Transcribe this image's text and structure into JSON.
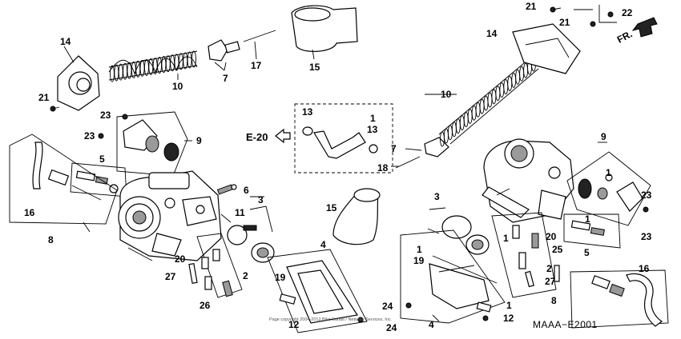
{
  "diagram": {
    "code": "MAAA−E2001",
    "ref_label": "E-20",
    "direction_label": "FR.",
    "copyright": "Page copyright 2004-2012 Bike Bandit / Network Services, Inc.",
    "callouts": [
      {
        "id": "c14a",
        "text": "14"
      },
      {
        "id": "c10a",
        "text": "10"
      },
      {
        "id": "c7a",
        "text": "7"
      },
      {
        "id": "c17",
        "text": "17"
      },
      {
        "id": "c15a",
        "text": "15"
      },
      {
        "id": "c21a",
        "text": "21"
      },
      {
        "id": "c23a",
        "text": "23"
      },
      {
        "id": "c23b",
        "text": "23"
      },
      {
        "id": "c9a",
        "text": "9"
      },
      {
        "id": "c5a",
        "text": "5"
      },
      {
        "id": "c16a",
        "text": "16"
      },
      {
        "id": "c8a",
        "text": "8"
      },
      {
        "id": "c6",
        "text": "6"
      },
      {
        "id": "c3a",
        "text": "3"
      },
      {
        "id": "c11",
        "text": "11"
      },
      {
        "id": "c20a",
        "text": "20"
      },
      {
        "id": "c27a",
        "text": "27"
      },
      {
        "id": "c26",
        "text": "26"
      },
      {
        "id": "c2a",
        "text": "2"
      },
      {
        "id": "c13a",
        "text": "13"
      },
      {
        "id": "c1a",
        "text": "1"
      },
      {
        "id": "c13b",
        "text": "13"
      },
      {
        "id": "c7b",
        "text": "7"
      },
      {
        "id": "c18",
        "text": "18"
      },
      {
        "id": "c15b",
        "text": "15"
      },
      {
        "id": "c4a",
        "text": "4"
      },
      {
        "id": "c19a",
        "text": "19"
      },
      {
        "id": "c12a",
        "text": "12"
      },
      {
        "id": "c24a",
        "text": "24"
      },
      {
        "id": "c21b",
        "text": "21"
      },
      {
        "id": "c21c",
        "text": "21"
      },
      {
        "id": "c22",
        "text": "22"
      },
      {
        "id": "c14b",
        "text": "14"
      },
      {
        "id": "c10b",
        "text": "10"
      },
      {
        "id": "c9b",
        "text": "9"
      },
      {
        "id": "c1b",
        "text": "1"
      },
      {
        "id": "c23c",
        "text": "23"
      },
      {
        "id": "c23d",
        "text": "23"
      },
      {
        "id": "c3b",
        "text": "3"
      },
      {
        "id": "c1c",
        "text": "1"
      },
      {
        "id": "c19b",
        "text": "19"
      },
      {
        "id": "c1d",
        "text": "1"
      },
      {
        "id": "c20b",
        "text": "20"
      },
      {
        "id": "c1e",
        "text": "1"
      },
      {
        "id": "c5b",
        "text": "5"
      },
      {
        "id": "c25",
        "text": "25"
      },
      {
        "id": "c2b",
        "text": "2"
      },
      {
        "id": "c27b",
        "text": "27"
      },
      {
        "id": "c16b",
        "text": "16"
      },
      {
        "id": "c8b",
        "text": "8"
      },
      {
        "id": "c24b",
        "text": "24"
      },
      {
        "id": "c4b",
        "text": "4"
      },
      {
        "id": "c1f",
        "text": "1"
      },
      {
        "id": "c12b",
        "text": "12"
      }
    ]
  }
}
